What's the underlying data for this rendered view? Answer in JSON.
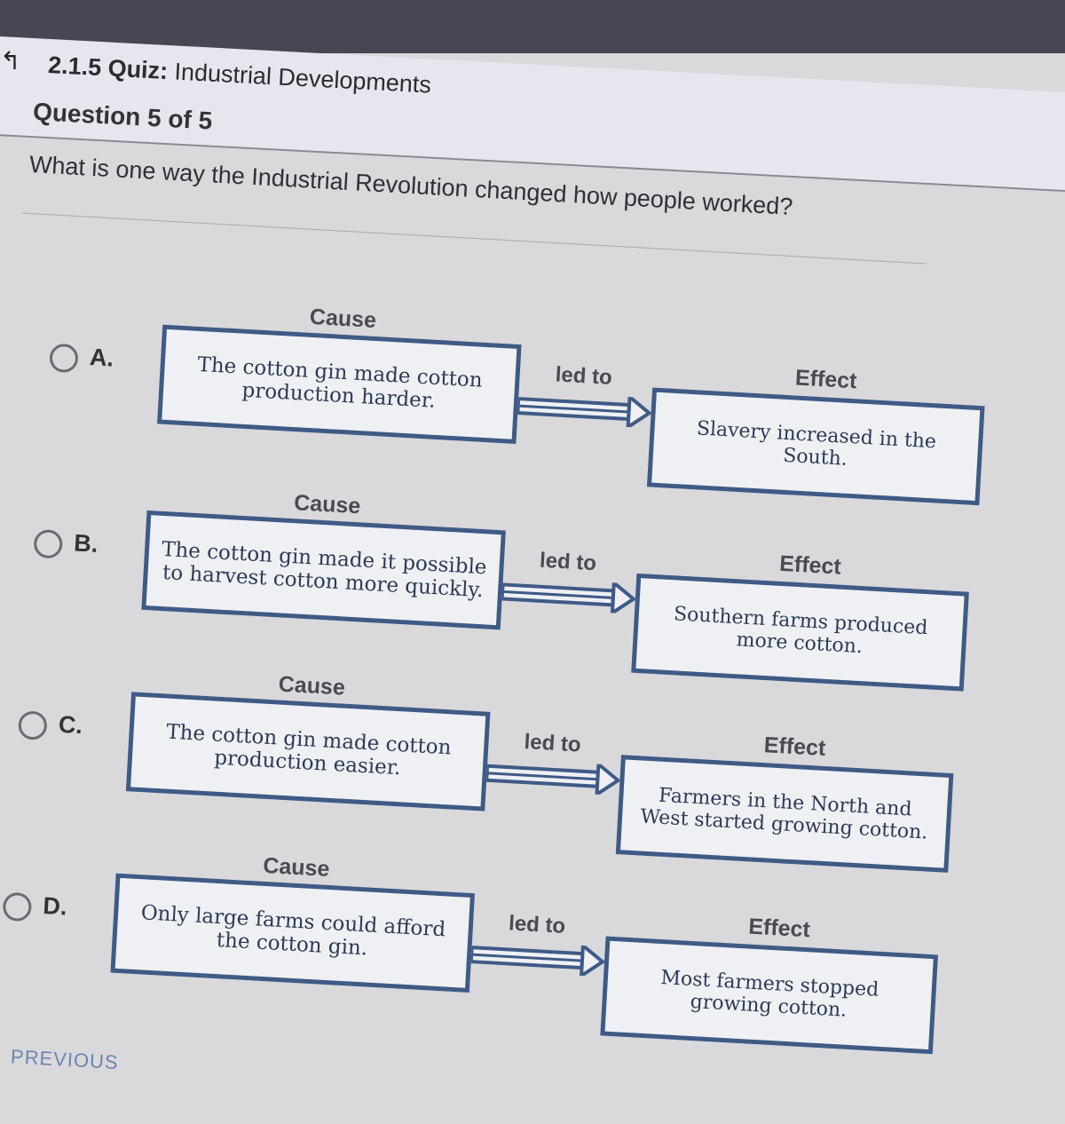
{
  "header": {
    "number": "2.1.5",
    "quiz_label": "Quiz:",
    "title": "Industrial Developments",
    "back_icon": "back-arrow-icon"
  },
  "question_counter": "Question 5 of 5",
  "question": "What is one way the Industrial Revolution changed how people worked?",
  "options": [
    {
      "letter": "A.",
      "cause_label": "Cause",
      "cause": "The cotton gin made cotton production harder.",
      "connector": "led to",
      "effect_label": "Effect",
      "effect": "Slavery increased in the South."
    },
    {
      "letter": "B.",
      "cause_label": "Cause",
      "cause": "The cotton gin made it possible to harvest cotton more quickly.",
      "connector": "led to",
      "effect_label": "Effect",
      "effect": "Southern farms produced more cotton."
    },
    {
      "letter": "C.",
      "cause_label": "Cause",
      "cause": "The cotton gin made cotton production easier.",
      "connector": "led to",
      "effect_label": "Effect",
      "effect": "Farmers in the North and West started growing cotton."
    },
    {
      "letter": "D.",
      "cause_label": "Cause",
      "cause": "Only large farms could afford the cotton gin.",
      "connector": "led to",
      "effect_label": "Effect",
      "effect": "Most farmers stopped growing cotton."
    }
  ],
  "nav": {
    "previous": "← PREVIOUS"
  }
}
